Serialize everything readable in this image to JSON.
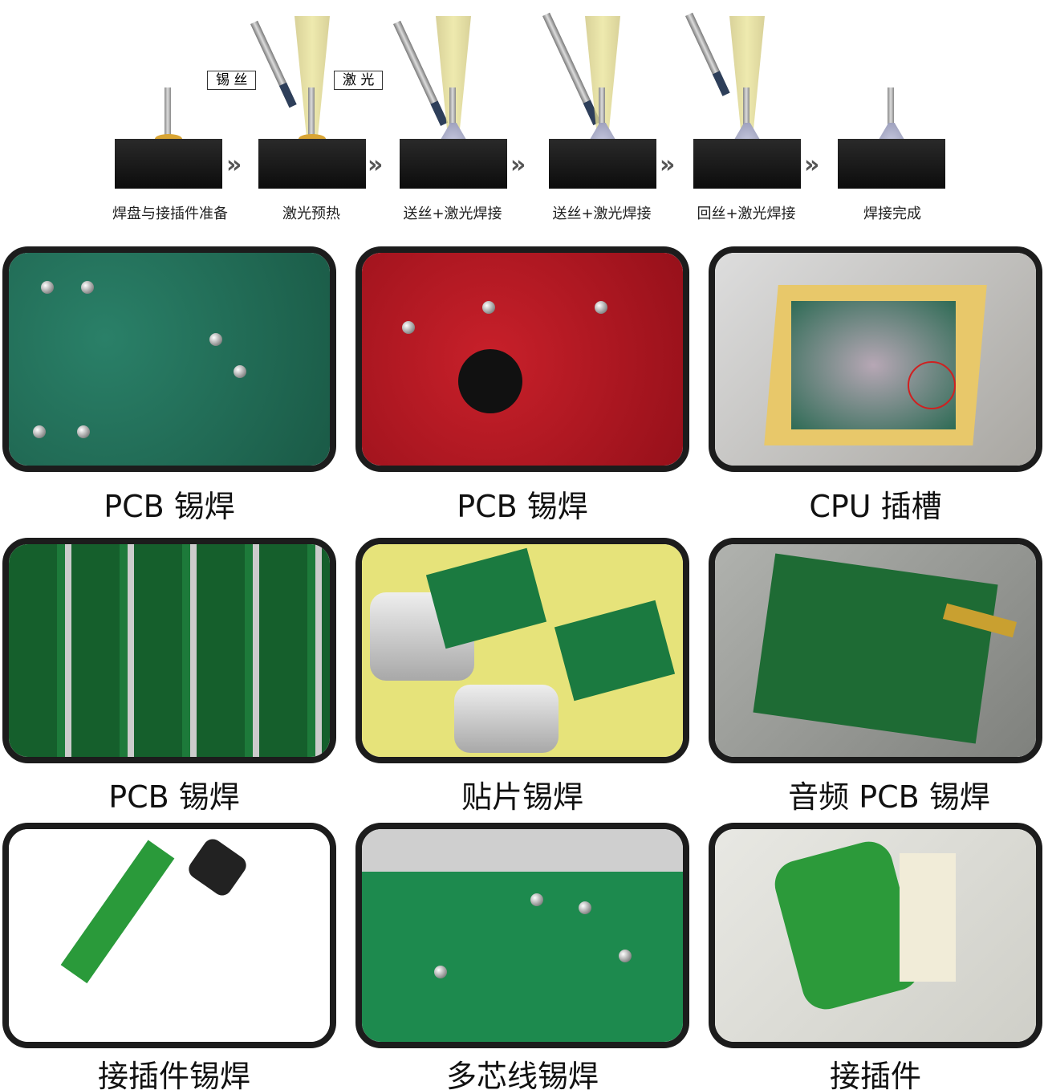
{
  "process": {
    "callouts": {
      "wire": "锡 丝",
      "laser": "激 光"
    },
    "steps": [
      {
        "label": "焊盘与接插件准备"
      },
      {
        "label": "激光预热"
      },
      {
        "label": "送丝+激光焊接"
      },
      {
        "label": "送丝+激光焊接"
      },
      {
        "label": "回丝+激光焊接"
      },
      {
        "label": "焊接完成"
      }
    ],
    "arrow_glyph": "»"
  },
  "gallery": [
    {
      "caption": "PCB 锡焊",
      "color": "#1f6b52"
    },
    {
      "caption": "PCB 锡焊",
      "color": "#b5121b"
    },
    {
      "caption": "CPU 插槽",
      "color": "#b9b7b0"
    },
    {
      "caption": "PCB 锡焊",
      "color": "#155f2c"
    },
    {
      "caption": "贴片锡焊",
      "color": "#e6e37a"
    },
    {
      "caption": "音频 PCB 锡焊",
      "color": "#9a9c98"
    },
    {
      "caption": "接插件锡焊",
      "color": "#ffffff"
    },
    {
      "caption": "多芯线锡焊",
      "color": "#1d8a4e"
    },
    {
      "caption": "接插件",
      "color": "#dcdcd6"
    }
  ]
}
